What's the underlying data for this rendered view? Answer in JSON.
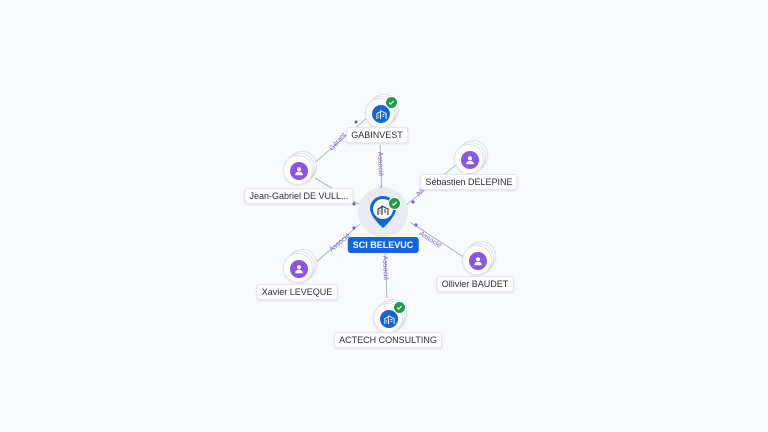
{
  "colors": {
    "accent": "#1565d8",
    "person": "#8a55e0",
    "verified": "#1f9d4c",
    "edge": "#9aa3b2",
    "edge_label": "#7a62d6"
  },
  "center": {
    "name": "SCI BELEVUC",
    "icon": "building-icon"
  },
  "nodes": [
    {
      "id": "gabinvest",
      "name": "GABINVEST",
      "kind": "company",
      "icon": "building-icon",
      "verified": true
    },
    {
      "id": "jean-gabriel",
      "name": "Jean-Gabriel DE VULL...",
      "kind": "person",
      "icon": "person-icon"
    },
    {
      "id": "sebastien",
      "name": "Sébastien DELEPINE",
      "kind": "person",
      "icon": "person-icon"
    },
    {
      "id": "xavier",
      "name": "Xavier LEVEQUE",
      "kind": "person",
      "icon": "person-icon"
    },
    {
      "id": "ollivier",
      "name": "Ollivier BAUDET",
      "kind": "person",
      "icon": "person-icon"
    },
    {
      "id": "actech",
      "name": "ACTECH CONSULTING",
      "kind": "company",
      "icon": "building-icon",
      "verified": true
    }
  ],
  "edges": [
    {
      "from": "jean-gabriel",
      "to": "gabinvest",
      "label": "Gérant"
    },
    {
      "from": "gabinvest",
      "to": "center",
      "label": "Associé"
    },
    {
      "from": "sebastien",
      "to": "center",
      "label": "Associé"
    },
    {
      "from": "xavier",
      "to": "center",
      "label": "Associé"
    },
    {
      "from": "ollivier",
      "to": "center",
      "label": "Associé"
    },
    {
      "from": "actech",
      "to": "center",
      "label": "Associé"
    },
    {
      "from": "jean-gabriel",
      "to": "center",
      "label": ""
    }
  ]
}
